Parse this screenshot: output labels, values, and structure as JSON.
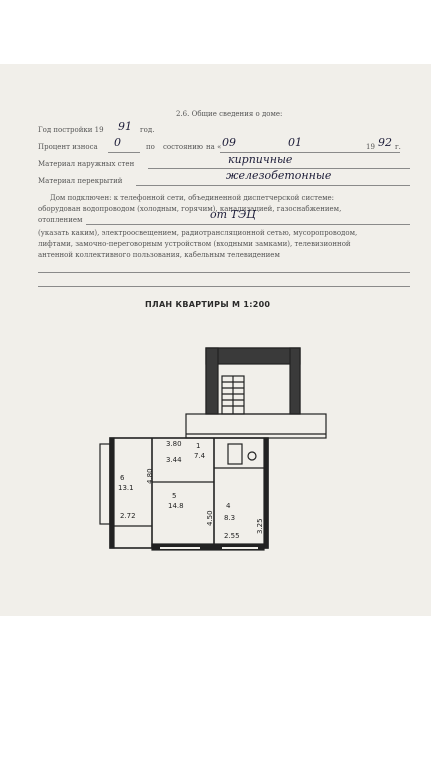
{
  "section": {
    "heading": "2.6. Общие сведения о доме:"
  },
  "built": {
    "label": "Год постройки 19",
    "year": "91",
    "suffix": "год."
  },
  "wear": {
    "label": "Процент износа",
    "value": "0",
    "by": "по",
    "state_label": "состоянию",
    "on": "на «",
    "day": "09",
    "month": "01",
    "year_prefix": "19",
    "year": "92",
    "end": "г."
  },
  "walls": {
    "label": "Материал наружных стен",
    "value": "кирпичные"
  },
  "floors": {
    "label": "Материал перекрытий",
    "value": "железобетонные"
  },
  "equipment": {
    "line1": "Дом подключен: к телефонной сети, объединенной диспетчерской системе:",
    "line2": "оборудован водопроводом (холодным, горячим), канализацией, газоснабжением,",
    "line3": "отоплением",
    "heating": "от ТЭЦ",
    "line4": "(указать каким), электроосвещением, радиотрансляционной сетью, мусоропроводом,",
    "line5": "лифтами, замочно-переговорным устройством (входными замками), телевизионной",
    "line6": "антенной коллективного пользования, кабельным телевидением"
  },
  "plan": {
    "title": "ПЛАН КВАРТИРЫ М 1:200",
    "rooms": [
      {
        "number": "6",
        "area": "13.1"
      },
      {
        "number": "5",
        "area": "14.8"
      },
      {
        "number": "4",
        "area": "8.3"
      },
      {
        "number": "1",
        "area": "7.4"
      }
    ],
    "dims": {
      "d380": "3.80",
      "d344": "3.44",
      "d480": "4.80",
      "d450": "4.50",
      "d325": "3.25",
      "d272": "2.72",
      "d255": "2.55"
    }
  }
}
